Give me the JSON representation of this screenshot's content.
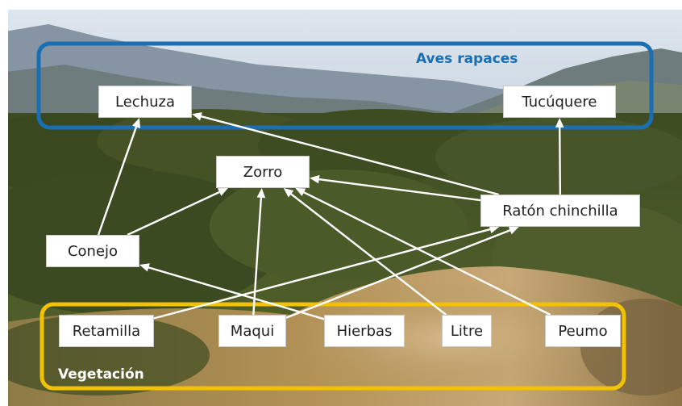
{
  "groups": {
    "raptors": {
      "label": "Aves rapaces",
      "color": "#1a6eb4"
    },
    "vegetation": {
      "label": "Vegetación",
      "color": "#f2c200"
    }
  },
  "nodes": {
    "lechuza": "Lechuza",
    "tucuquere": "Tucúquere",
    "zorro": "Zorro",
    "raton": "Ratón chinchilla",
    "conejo": "Conejo",
    "retamilla": "Retamilla",
    "maqui": "Maqui",
    "hierbas": "Hierbas",
    "litre": "Litre",
    "peumo": "Peumo"
  },
  "edges": [
    [
      "conejo",
      "lechuza"
    ],
    [
      "conejo",
      "zorro"
    ],
    [
      "raton",
      "lechuza"
    ],
    [
      "raton",
      "zorro"
    ],
    [
      "raton",
      "tucuquere"
    ],
    [
      "retamilla",
      "raton"
    ],
    [
      "maqui",
      "raton"
    ],
    [
      "maqui",
      "zorro"
    ],
    [
      "hierbas",
      "conejo"
    ],
    [
      "litre",
      "zorro"
    ],
    [
      "peumo",
      "zorro"
    ]
  ],
  "colors": {
    "arrow": "#ffffff",
    "node_bg": "#ffffff",
    "node_text": "#1f1f1f"
  }
}
